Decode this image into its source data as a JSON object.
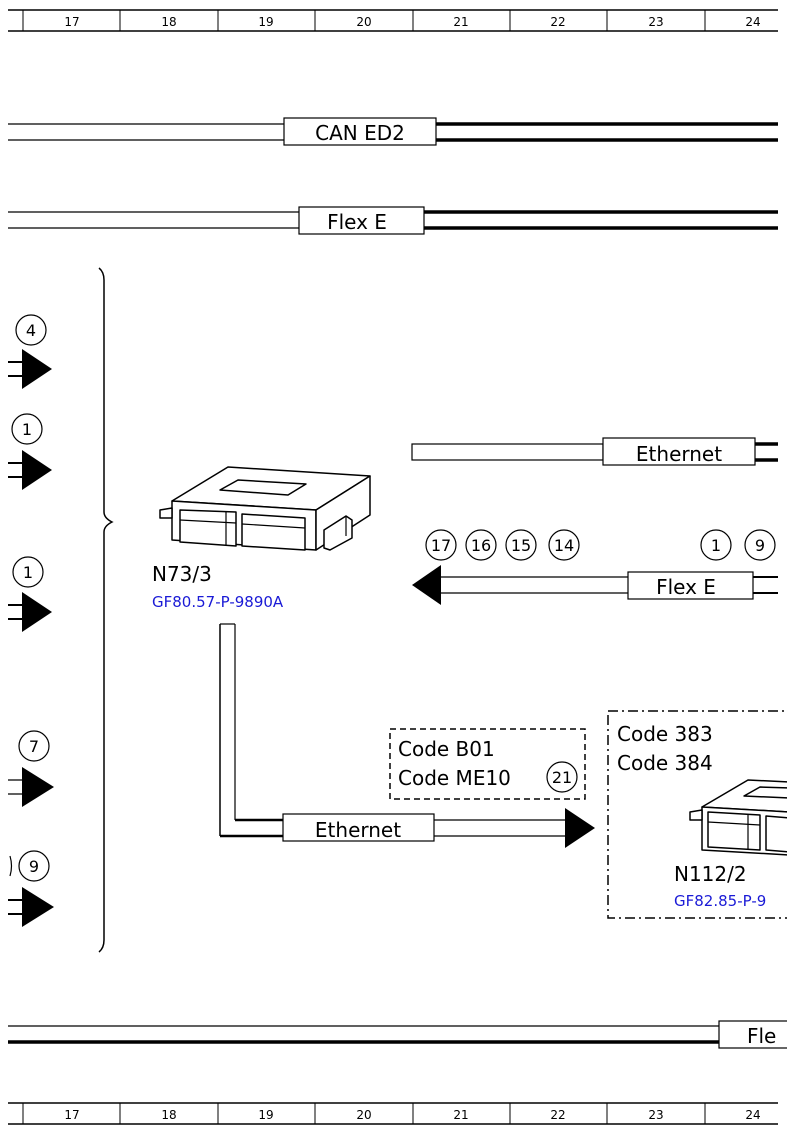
{
  "grid": {
    "top": [
      "17",
      "18",
      "19",
      "20",
      "21",
      "22",
      "23",
      "24"
    ],
    "bottom": [
      "17",
      "18",
      "19",
      "20",
      "21",
      "22",
      "23",
      "24"
    ]
  },
  "buses": {
    "can_ed2": "CAN ED2",
    "flex_e_top": "Flex E",
    "ethernet_right": "Ethernet",
    "flex_e_mid": "Flex E",
    "ethernet_bottom": "Ethernet",
    "flex_e_bottom_partial": "Fle"
  },
  "left_refs": [
    "4",
    "1",
    "1",
    "7",
    "9"
  ],
  "flex_refs_left": [
    "17",
    "16",
    "15",
    "14"
  ],
  "flex_refs_right": [
    "1",
    "9"
  ],
  "module_n73": {
    "name": "N73/3",
    "doc": "GF80.57-P-9890A"
  },
  "code_box_small": {
    "line1": "Code B01",
    "line2": "Code ME10",
    "ref": "21"
  },
  "module_n112": {
    "line1": "Code 383",
    "line2": "Code 384",
    "name": "N112/2",
    "doc": "GF82.85-P-9"
  }
}
